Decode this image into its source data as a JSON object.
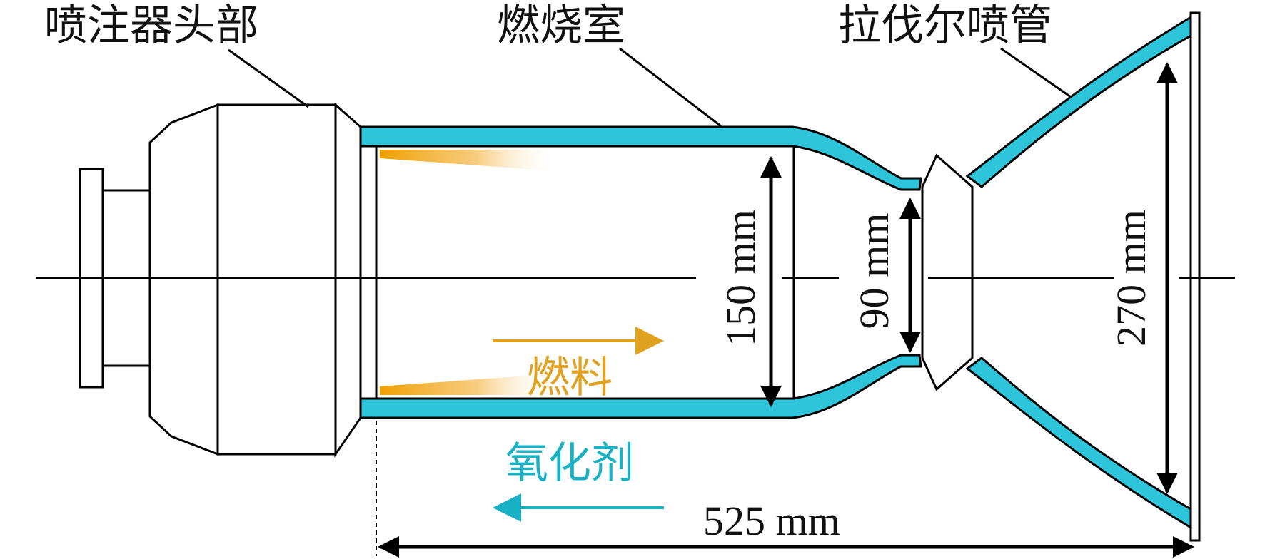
{
  "labels": {
    "injector_head": "喷注器头部",
    "combustion_chamber": "燃烧室",
    "laval_nozzle": "拉伐尔喷管",
    "fuel": "燃料",
    "oxidizer": "氧化剂"
  },
  "dimensions": {
    "chamber_diameter": "150 mm",
    "throat_diameter": "90 mm",
    "exit_diameter": "270 mm",
    "total_length": "525 mm"
  },
  "colors": {
    "coolant": "#2EC4D9",
    "fuel": "#E0A020",
    "oxidizer": "#19B2C4",
    "line": "#000000"
  },
  "icons": [
    "right-arrow-icon",
    "left-arrow-icon",
    "double-arrow-icon"
  ]
}
